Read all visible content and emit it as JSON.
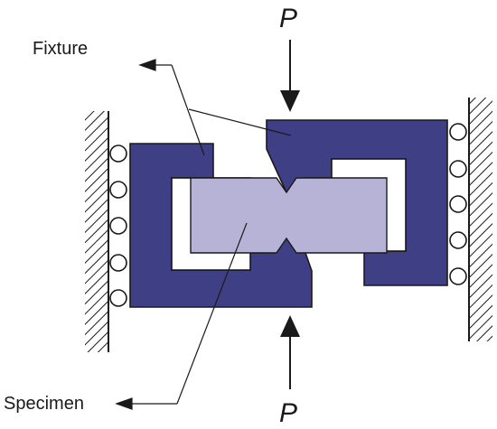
{
  "labels": {
    "fixture": "Fixture",
    "specimen": "Specimen",
    "load_top": "P",
    "load_bottom": "P"
  },
  "colors": {
    "fixture_fill": "#3f3f86",
    "specimen_fill": "#b7b3d6",
    "outline": "#1a1a1a",
    "background": "#ffffff"
  },
  "icons": {
    "wall": "hatched-wall-icon",
    "roller": "roller-icon",
    "load_arrow": "arrow-down-icon"
  }
}
